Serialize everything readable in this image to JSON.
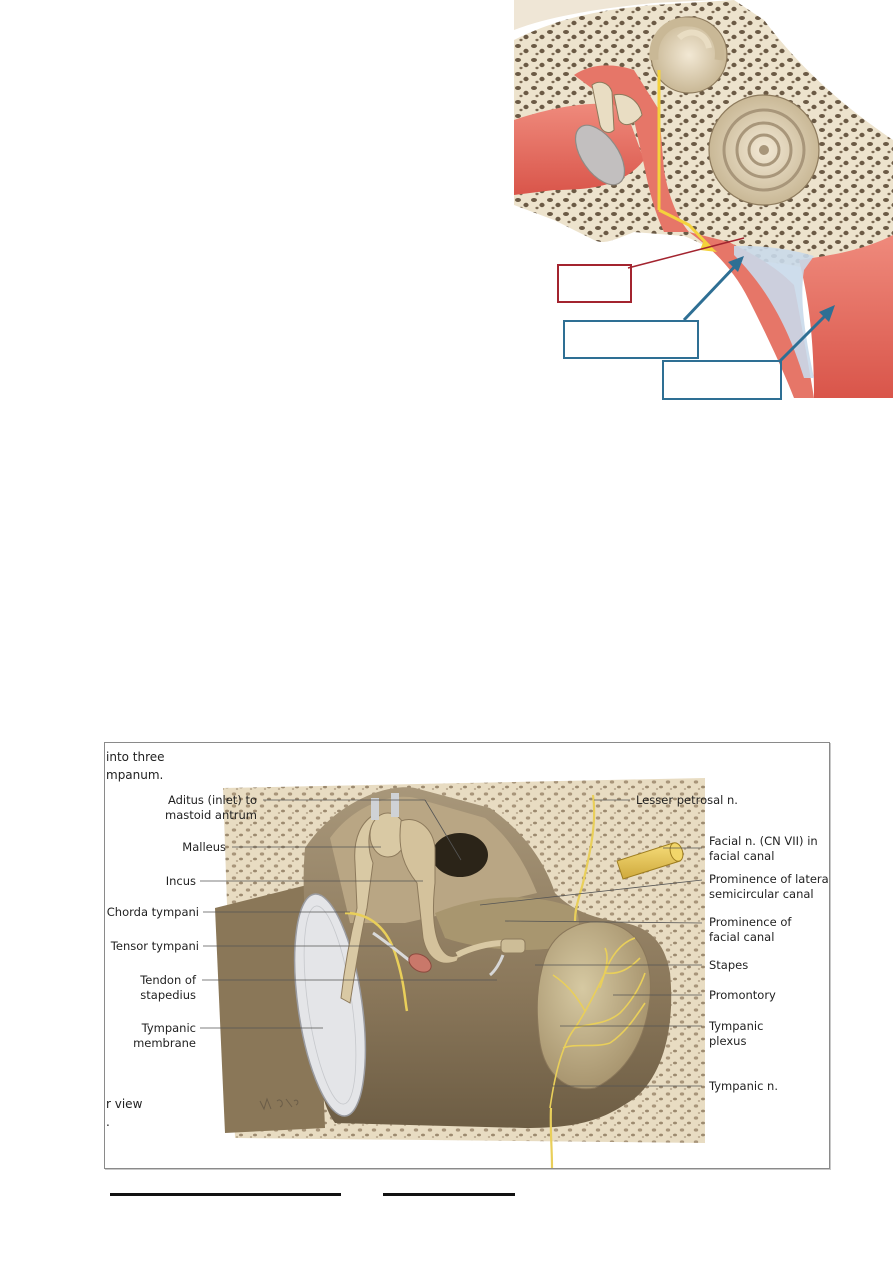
{
  "top_figure": {
    "colors": {
      "bone": "#ede3cd",
      "bone_pores": "#6b5a45",
      "canal": "#e8786a",
      "canal_dark": "#c9544a",
      "membrane": "#c9d9ea",
      "arrow_yellow": "#f4d23c",
      "arrow_blue": "#2e6f94",
      "box_red": "#a3242f"
    },
    "blank_labels": [
      "",
      "",
      ""
    ]
  },
  "bottom_figure": {
    "cut_text": {
      "line1": "into three",
      "line2": "mpanum.",
      "line3": "r view",
      "line4": "."
    },
    "left_labels": [
      {
        "text": "Aditus (inlet) to\nmastoid antrum"
      },
      {
        "text": "Malleus"
      },
      {
        "text": "Incus"
      },
      {
        "text": "Chorda tympani"
      },
      {
        "text": "Tensor tympani"
      },
      {
        "text": "Tendon of\nstapedius"
      },
      {
        "text": "Tympanic\nmembrane"
      }
    ],
    "right_labels": [
      {
        "text": "Lesser petrosal n."
      },
      {
        "text": "Facial n. (CN VII) in\nfacial canal"
      },
      {
        "text": "Prominence of lateral\nsemicircular canal"
      },
      {
        "text": "Prominence of\nfacial canal"
      },
      {
        "text": "Stapes"
      },
      {
        "text": "Promontory"
      },
      {
        "text": "Tympanic\nplexus"
      },
      {
        "text": "Tympanic n."
      }
    ],
    "colors": {
      "bone": "#e8dcc2",
      "cavity": "#8d7a5c",
      "cavity_dark": "#5e4f38",
      "ossicle": "#d9c9a4",
      "nerve": "#e9cf5a",
      "membrane": "#d6d8dc",
      "muscle": "#c9786a"
    }
  }
}
